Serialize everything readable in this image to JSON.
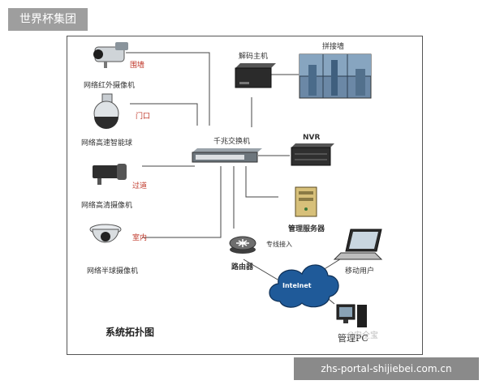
{
  "brand": "世界杯集团",
  "footer": "zhs-portal-shijiebei.com.cn",
  "diagram": {
    "title": "系统拓扑图",
    "nodes": {
      "ir_camera": "网络红外摄像机",
      "dome_camera": "网络高速智能球",
      "hd_camera": "网络高清摄像机",
      "half_dome_camera": "网络半球摄像机",
      "decoder": "解码主机",
      "video_wall": "拼接墙",
      "switch": "千兆交换机",
      "nvr": "NVR",
      "server": "管理服务器",
      "router": "路由器",
      "internet": "Intelnet",
      "mobile_user": "移动用户",
      "admin_pc": "管理PC"
    },
    "zones": {
      "perimeter": "围墙",
      "gate": "门口",
      "corridor": "过道",
      "indoor": "室内"
    },
    "edge_labels": {
      "leased_line": "专线接入"
    },
    "watermark": "G安全宝"
  }
}
